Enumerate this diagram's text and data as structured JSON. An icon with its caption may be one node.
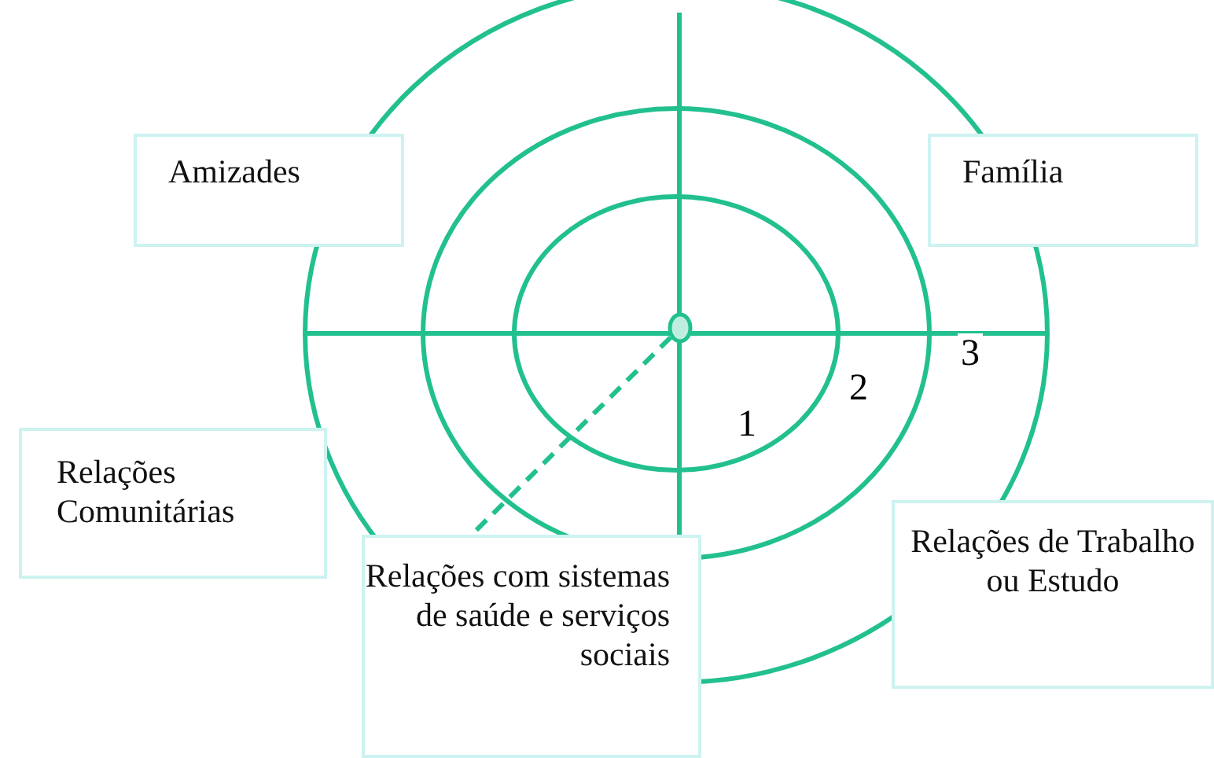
{
  "diagram": {
    "nodes": [
      {
        "text": [
          "Amizades"
        ]
      },
      {
        "text": [
          "Família"
        ]
      },
      {
        "text": [
          "Relações Comunitárias"
        ]
      },
      {
        "text": [
          "Relações com sistemas de saúde e serviços sociais"
        ]
      },
      {
        "text": [
          "Relações de Trabalho ou Estudo"
        ]
      },
      {
        "text": [],
        "shape": "circle"
      }
    ],
    "edges": [
      {
        "from": 5,
        "to": 3,
        "arrow": "none",
        "style": "dashed"
      }
    ],
    "labels": [
      "3",
      "2",
      "1"
    ]
  }
}
